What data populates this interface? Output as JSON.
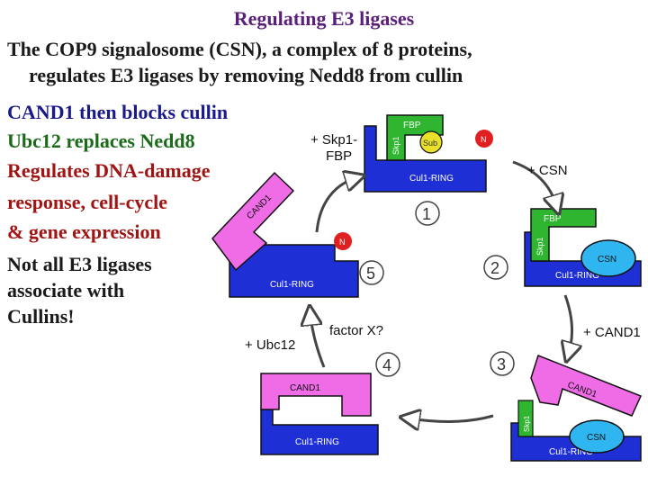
{
  "title": "Regulating E3 ligases",
  "intro": {
    "line1": "The COP9 signalosome (CSN), a complex of 8 proteins,",
    "line2": "regulates E3 ligases by removing Nedd8 from cullin"
  },
  "bullets": {
    "cand1": "CAND1 then blocks cullin",
    "ubc12": "Ubc12 replaces Nedd8",
    "regulates_1": "Regulates DNA-damage",
    "regulates_2": "response, cell-cycle",
    "regulates_3": "& gene expression",
    "not_all_1": "Not all E3 ligases",
    "not_all_2": "associate with",
    "not_all_3": "Cullins!"
  },
  "diagram": {
    "steps": [
      "1",
      "2",
      "3",
      "4",
      "5"
    ],
    "labels": {
      "skp1_fbp_add_1": "+ Skp1-",
      "skp1_fbp_add_2": "FBP",
      "plus_csn": "+ CSN",
      "plus_cand1": "+ CAND1",
      "factor_x": "factor X?",
      "plus_ubc12": "+ Ubc12",
      "fbp": "FBP",
      "skp1": "Skp1",
      "sub": "Sub",
      "n": "N",
      "cul1_ring": "Cul1-RING",
      "cand1": "CAND1",
      "csn": "CSN"
    },
    "colors": {
      "cul1": "#1f2fd6",
      "skp_fbp": "#2fb52f",
      "cand1": "#ef6ce6",
      "csn": "#2fb6f0",
      "sub": "#e8e02a",
      "nedd8": "#e02020"
    }
  }
}
